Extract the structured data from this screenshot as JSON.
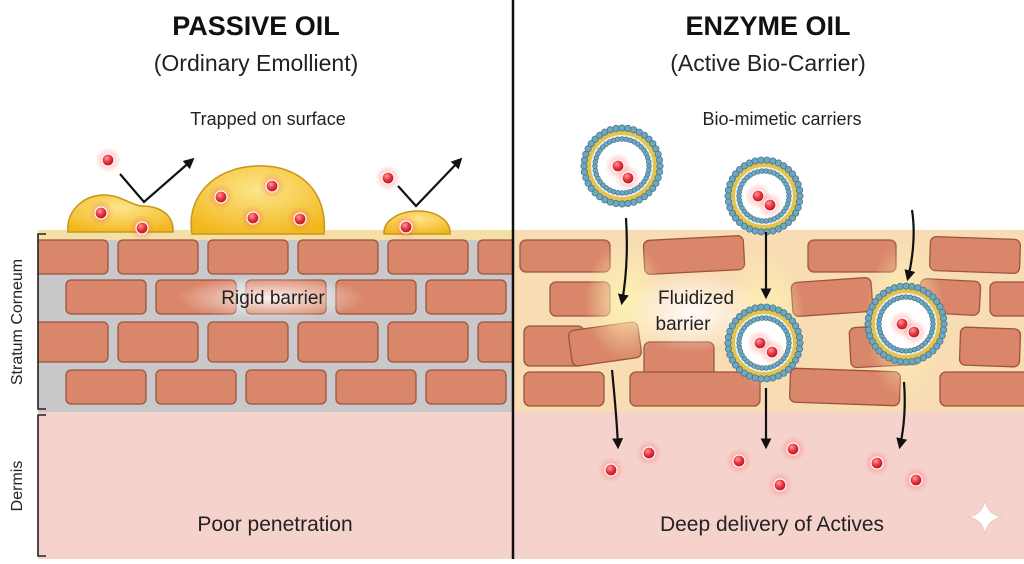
{
  "left_panel": {
    "title": "PASSIVE OIL",
    "subtitle": "(Ordinary Emollient)",
    "top_caption": "Trapped on surface",
    "barrier_label": "Rigid barrier",
    "bottom_caption": "Poor penetration"
  },
  "right_panel": {
    "title": "ENZYME OIL",
    "subtitle": "(Active Bio-Carrier)",
    "top_caption": "Bio-mimetic carriers",
    "barrier_label_line1": "Fluidized",
    "barrier_label_line2": "barrier",
    "bottom_caption": "Deep delivery of Actives"
  },
  "side_labels": {
    "stratum_corneum": "Stratum Corneum",
    "dermis": "Dermis"
  },
  "colors": {
    "brick": "#d9866a",
    "brick_stroke": "#9c5440",
    "mortar_rigid": "#c9c9cc",
    "mortar_fluid": "#f8dcb4",
    "dermis": "#f6d2cc",
    "oil": "#f6c533",
    "active": "#e8303a",
    "vesicle_head": "#6fa6c0"
  },
  "icons": [
    "reflect-arrow-icon",
    "down-arrow-icon",
    "sparkle-icon"
  ]
}
